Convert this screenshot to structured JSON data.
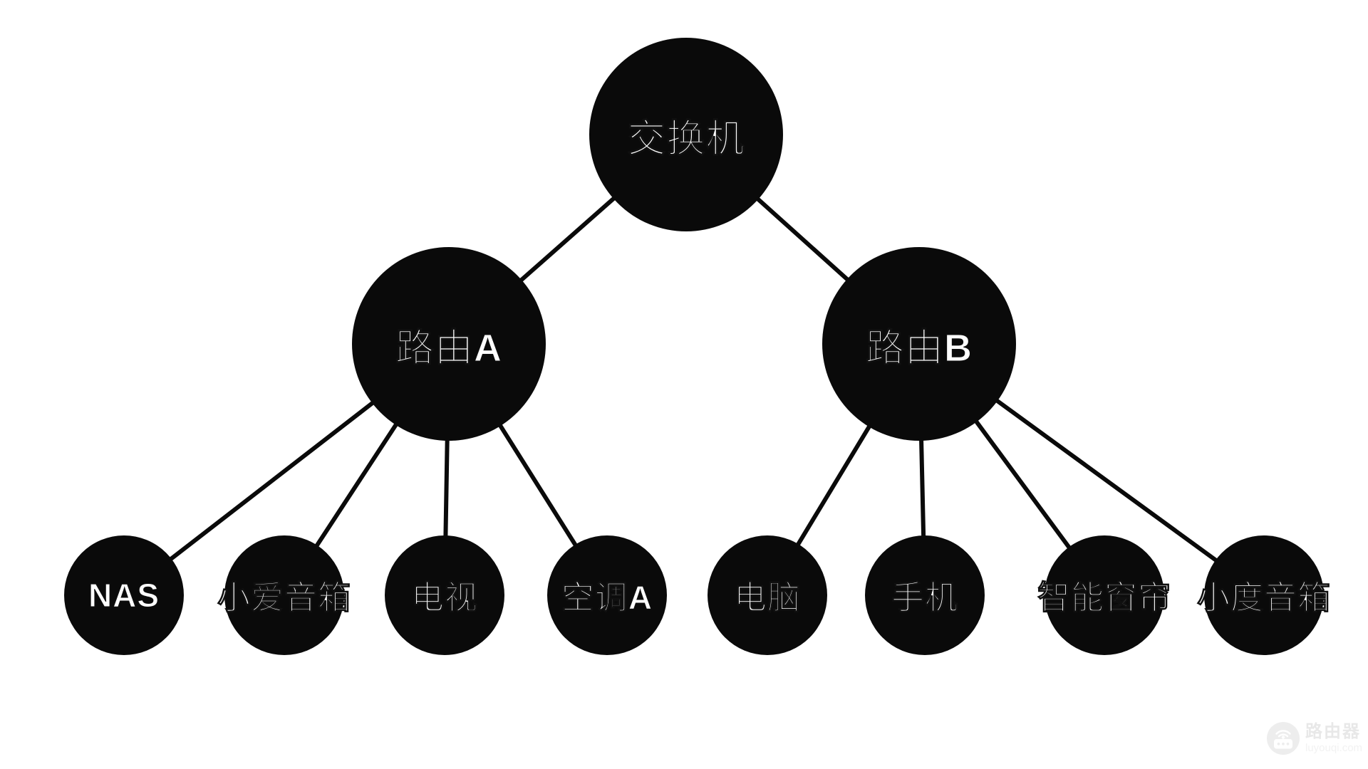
{
  "diagram": {
    "type": "network-topology-tree",
    "colors": {
      "background": "#ffffff",
      "node_fill": "#0a0a0a",
      "node_text": "#ffffff",
      "edge": "#0a0a0a"
    },
    "nodes": [
      {
        "id": "switch",
        "label": "交换机",
        "level": "root"
      },
      {
        "id": "router-a",
        "label": "路由A",
        "level": "router",
        "parent": "switch"
      },
      {
        "id": "router-b",
        "label": "路由B",
        "level": "router",
        "parent": "switch"
      },
      {
        "id": "nas",
        "label": "NAS",
        "level": "device",
        "parent": "router-a"
      },
      {
        "id": "xiaoai-speaker",
        "label": "小爱音箱",
        "level": "device",
        "parent": "router-a"
      },
      {
        "id": "tv",
        "label": "电视",
        "level": "device",
        "parent": "router-a"
      },
      {
        "id": "air-conditioner-a",
        "label": "空调A",
        "level": "device",
        "parent": "router-a"
      },
      {
        "id": "computer",
        "label": "电脑",
        "level": "device",
        "parent": "router-b"
      },
      {
        "id": "phone",
        "label": "手机",
        "level": "device",
        "parent": "router-b"
      },
      {
        "id": "smart-curtain",
        "label": "智能窗帘",
        "level": "device",
        "parent": "router-b"
      },
      {
        "id": "xiaodu-speaker",
        "label": "小度音箱",
        "level": "device",
        "parent": "router-b"
      }
    ],
    "edges": [
      {
        "from": "switch",
        "to": "router-a"
      },
      {
        "from": "switch",
        "to": "router-b"
      },
      {
        "from": "router-a",
        "to": "nas"
      },
      {
        "from": "router-a",
        "to": "xiaoai-speaker"
      },
      {
        "from": "router-a",
        "to": "tv"
      },
      {
        "from": "router-a",
        "to": "air-conditioner-a"
      },
      {
        "from": "router-b",
        "to": "computer"
      },
      {
        "from": "router-b",
        "to": "phone"
      },
      {
        "from": "router-b",
        "to": "smart-curtain"
      },
      {
        "from": "router-b",
        "to": "xiaodu-speaker"
      }
    ]
  },
  "watermark": {
    "title": "路由器",
    "domain": "luyouqi.com",
    "icon": "router-icon",
    "badge_color": "#ededed",
    "title_color": "#e8e8e8",
    "domain_color": "#f2f2f2"
  }
}
